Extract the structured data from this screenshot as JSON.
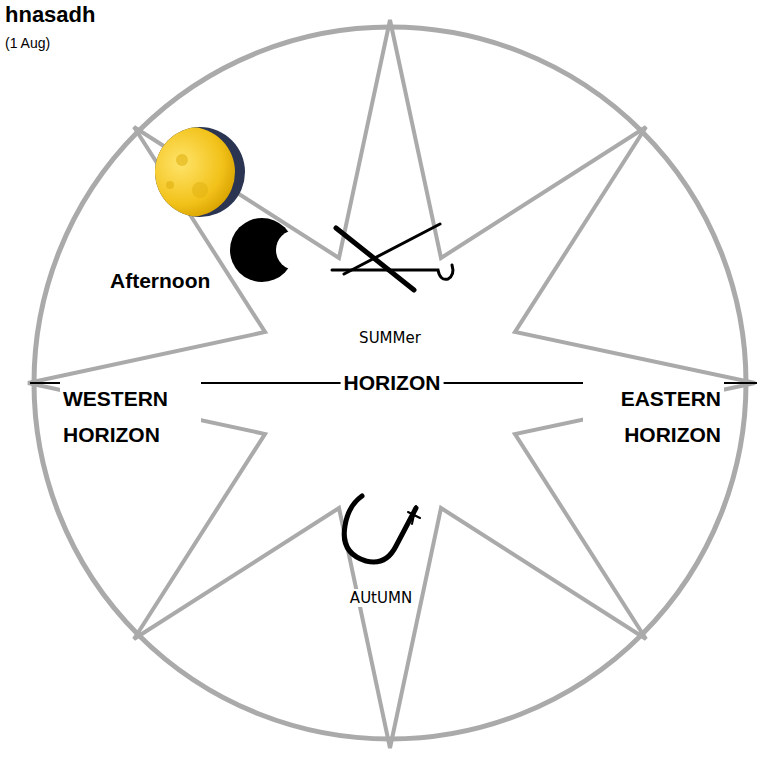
{
  "diagram": {
    "title": "hnasadh",
    "labels": [
      "(1 Aug)",
      "Afternoon",
      "SUMMer",
      "HORIZON",
      "WESTERN HORIZON",
      "EASTERN HORIZON",
      "AUtUMN"
    ]
  }
}
